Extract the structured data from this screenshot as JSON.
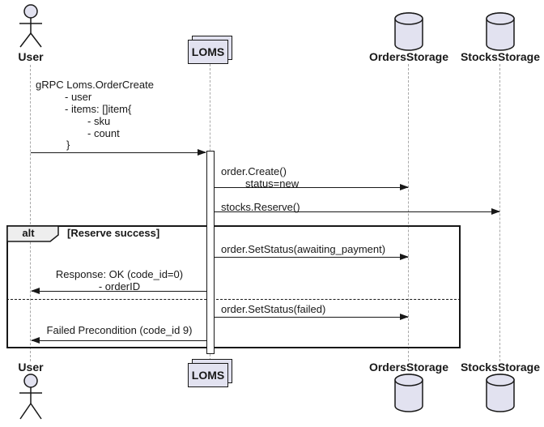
{
  "diagram_type": "uml-sequence",
  "participants": {
    "user": {
      "label": "User",
      "kind": "actor"
    },
    "loms": {
      "label": "LOMS",
      "kind": "collections"
    },
    "orders_storage": {
      "label": "OrdersStorage",
      "kind": "database"
    },
    "stocks_storage": {
      "label": "StocksStorage",
      "kind": "database"
    }
  },
  "frame": {
    "operator": "alt",
    "condition": "[Reserve success]"
  },
  "messages": {
    "order_create_request": {
      "from": "User",
      "to": "LOMS",
      "lines": [
        "gRPC Loms.OrderCreate",
        "- user",
        "- items: []item{",
        "- sku",
        "- count",
        "}"
      ]
    },
    "order_create": {
      "from": "LOMS",
      "to": "OrdersStorage",
      "lines": [
        "order.Create()",
        "status=new"
      ]
    },
    "stocks_reserve": {
      "from": "LOMS",
      "to": "StocksStorage",
      "label": "stocks.Reserve()"
    },
    "set_status_awaiting": {
      "from": "LOMS",
      "to": "OrdersStorage",
      "label": "order.SetStatus(awaiting_payment)"
    },
    "response_ok": {
      "from": "LOMS",
      "to": "User",
      "lines": [
        "Response: OK (code_id=0)",
        "- orderID"
      ]
    },
    "set_status_failed": {
      "from": "LOMS",
      "to": "OrdersStorage",
      "label": "order.SetStatus(failed)"
    },
    "failed_precondition": {
      "from": "LOMS",
      "to": "User",
      "label": "Failed Precondition (code_id 9)"
    }
  },
  "colors": {
    "shape_fill": "#e2e2f0",
    "shape_border": "#181818",
    "frame_label_bg": "#eeeeee",
    "lifeline": "#a8a8a8",
    "arrow": "#181818",
    "background": "#ffffff"
  }
}
